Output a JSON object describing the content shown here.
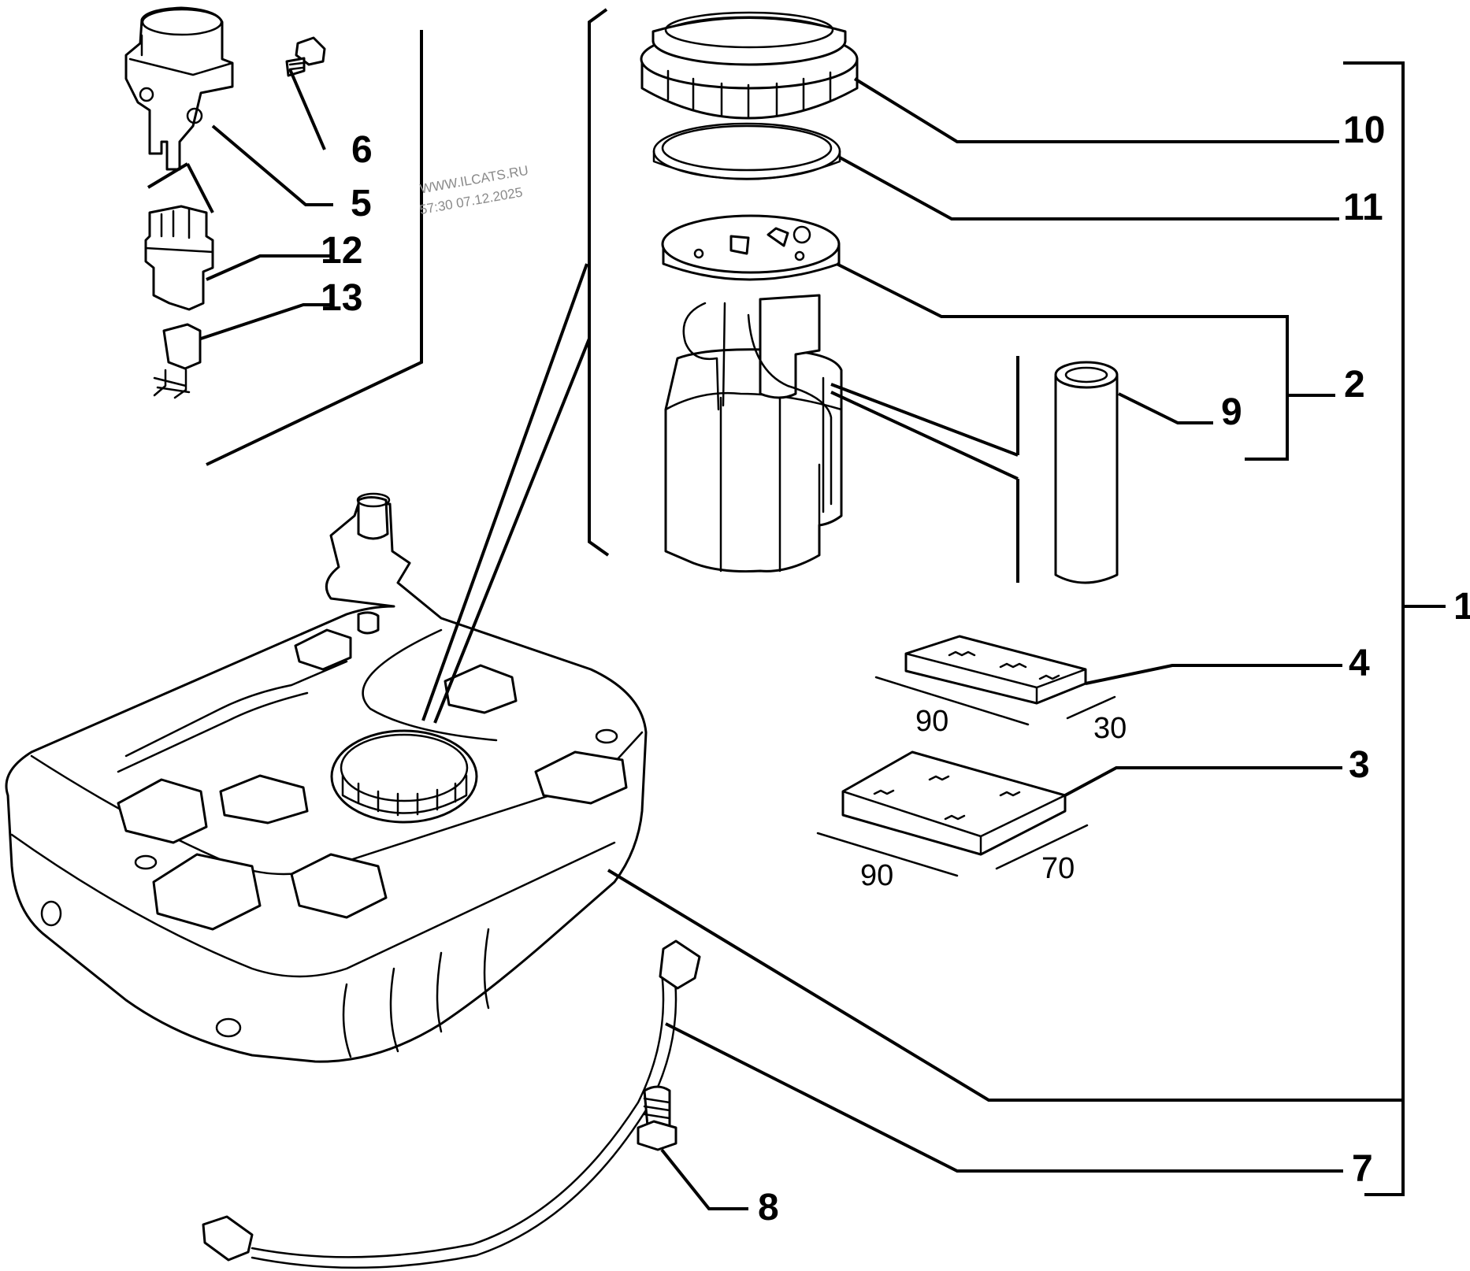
{
  "watermark": {
    "site": "WWW.ILCATS.RU",
    "stamp": "57:30 07.12.2025"
  },
  "callouts": {
    "c1": "1",
    "c2": "2",
    "c3": "3",
    "c4": "4",
    "c5": "5",
    "c6": "6",
    "c7": "7",
    "c8": "8",
    "c9": "9",
    "c10": "10",
    "c11": "11",
    "c12": "12",
    "c13": "13"
  },
  "dimensions": {
    "pad4_length": "90",
    "pad4_width": "30",
    "pad3_length": "90",
    "pad3_width": "70"
  }
}
